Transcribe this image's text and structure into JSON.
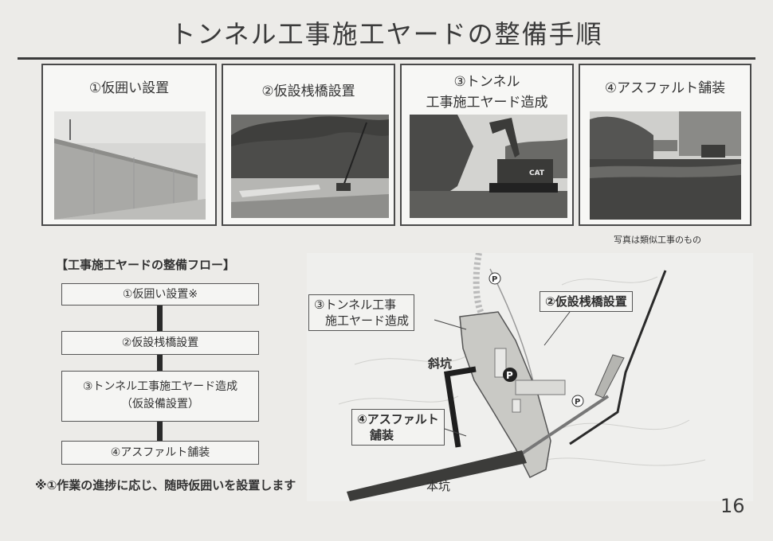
{
  "title": "トンネル工事施工ヤードの整備手順",
  "photos": [
    {
      "label": "①仮囲い設置"
    },
    {
      "label": "②仮設桟橋設置"
    },
    {
      "label_line1": "③トンネル",
      "label_line2": "工事施工ヤード造成",
      "vehicle_text": "CAT"
    },
    {
      "label": "④アスファルト舗装"
    }
  ],
  "photo_note": "写真は類似工事のもの",
  "flow": {
    "heading": "【工事施工ヤードの整備フロー】",
    "steps": [
      {
        "label": "①仮囲い設置※"
      },
      {
        "label": "②仮設桟橋設置"
      },
      {
        "line1": "③トンネル工事施工ヤード造成",
        "line2": "（仮設備設置）"
      },
      {
        "label": "④アスファルト舗装"
      }
    ],
    "note": "※①作業の進捗に応じ、随時仮囲いを設置します"
  },
  "map": {
    "label_tunnel_line1": "③トンネル工事",
    "label_tunnel_line2": "施工ヤード造成",
    "label_bridge": "②仮設桟橋設置",
    "label_asphalt_line1": "④アスファルト",
    "label_asphalt_line2": "舗装",
    "label_incline_shaft": "斜坑",
    "label_main_shaft": "本坑",
    "parking_symbol": "P"
  },
  "page_number": "16",
  "colors": {
    "background": "#ecebe8",
    "rule": "#3b3b3b",
    "shaft": "#2a2a2a",
    "yard_fill": "#c9c9c5"
  }
}
